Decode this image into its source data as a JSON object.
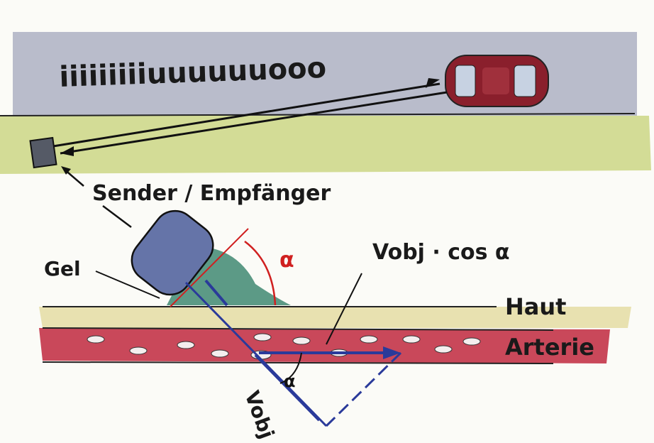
{
  "road": {
    "sound_text": "iiiiiiiiiuuuuuuooo"
  },
  "labels": {
    "sender_receiver": "Sender / Empfänger",
    "gel": "Gel",
    "alpha_top": "α",
    "alpha_bottom": "α",
    "velocity_projection": "Vobj · cos α",
    "velocity": "Vobj",
    "skin": "Haut",
    "artery": "Arterie"
  },
  "colors": {
    "road": "#b9bccb",
    "grass": "#d3dc96",
    "car": "#8a1f2c",
    "skin": "#e8e1b0",
    "artery": "#c9485a",
    "probe": "#6574a8",
    "gel": "#5c9a86",
    "vector": "#2a3a9a",
    "angle": "#d02020"
  }
}
